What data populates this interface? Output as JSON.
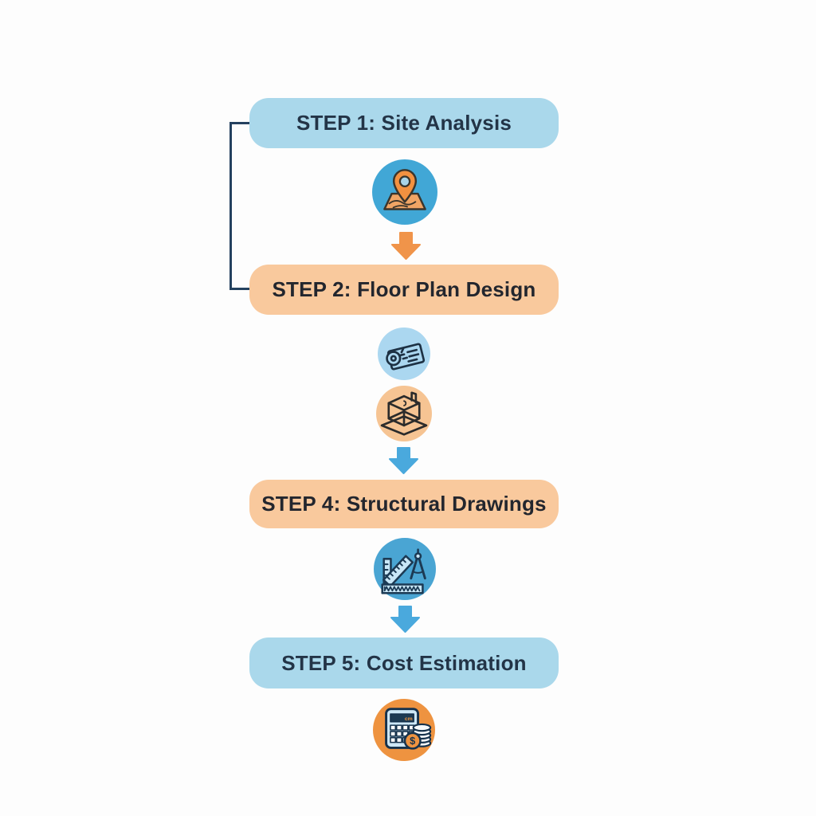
{
  "flowchart": {
    "background": "#fdfdfd",
    "steps": [
      {
        "label": "STEP 1: Site Analysis",
        "variant": "blue",
        "icons_below": [
          "map-pin"
        ]
      },
      {
        "label": "STEP 2: Floor Plan Design",
        "variant": "orange",
        "icons_below": [
          "blueprint-scroll",
          "house-3d-wireframe"
        ]
      },
      {
        "label": "STEP 4: Structural Drawings",
        "variant": "orange",
        "icons_below": [
          "ruler-and-drafting-compass"
        ]
      },
      {
        "label": "STEP 5: Cost Estimation",
        "variant": "blue",
        "icons_below": [
          "calculator-and-coins"
        ]
      }
    ],
    "connector": {
      "from": "STEP 1: Site Analysis",
      "to": "STEP 2: Floor Plan Design",
      "side": "left",
      "color": "#24415f"
    },
    "arrows": [
      {
        "after": "map-pin icon",
        "direction": "down",
        "color": "#f0944a"
      },
      {
        "after": "house-3d-wireframe icon",
        "direction": "down",
        "color": "#4aa9dd"
      },
      {
        "after": "ruler-and-drafting-compass icon",
        "direction": "down",
        "color": "#4aa9dd"
      }
    ],
    "colors": {
      "blue_box_bg": "#aad8eb",
      "blue_box_text": "#233447",
      "orange_box_bg": "#f9c99d",
      "orange_box_text": "#23262e",
      "orange_arrow": "#f0944a",
      "blue_arrow": "#4aa9dd",
      "map_pin_circle": "#41a7d6",
      "blueprint_circle": "#abd7f0",
      "house3d_circle": "#f6c493",
      "ruler_circle": "#4aa5d3",
      "calculator_circle": "#ee9340"
    },
    "calculator_display_text": "cm",
    "coin_symbol": "$"
  }
}
